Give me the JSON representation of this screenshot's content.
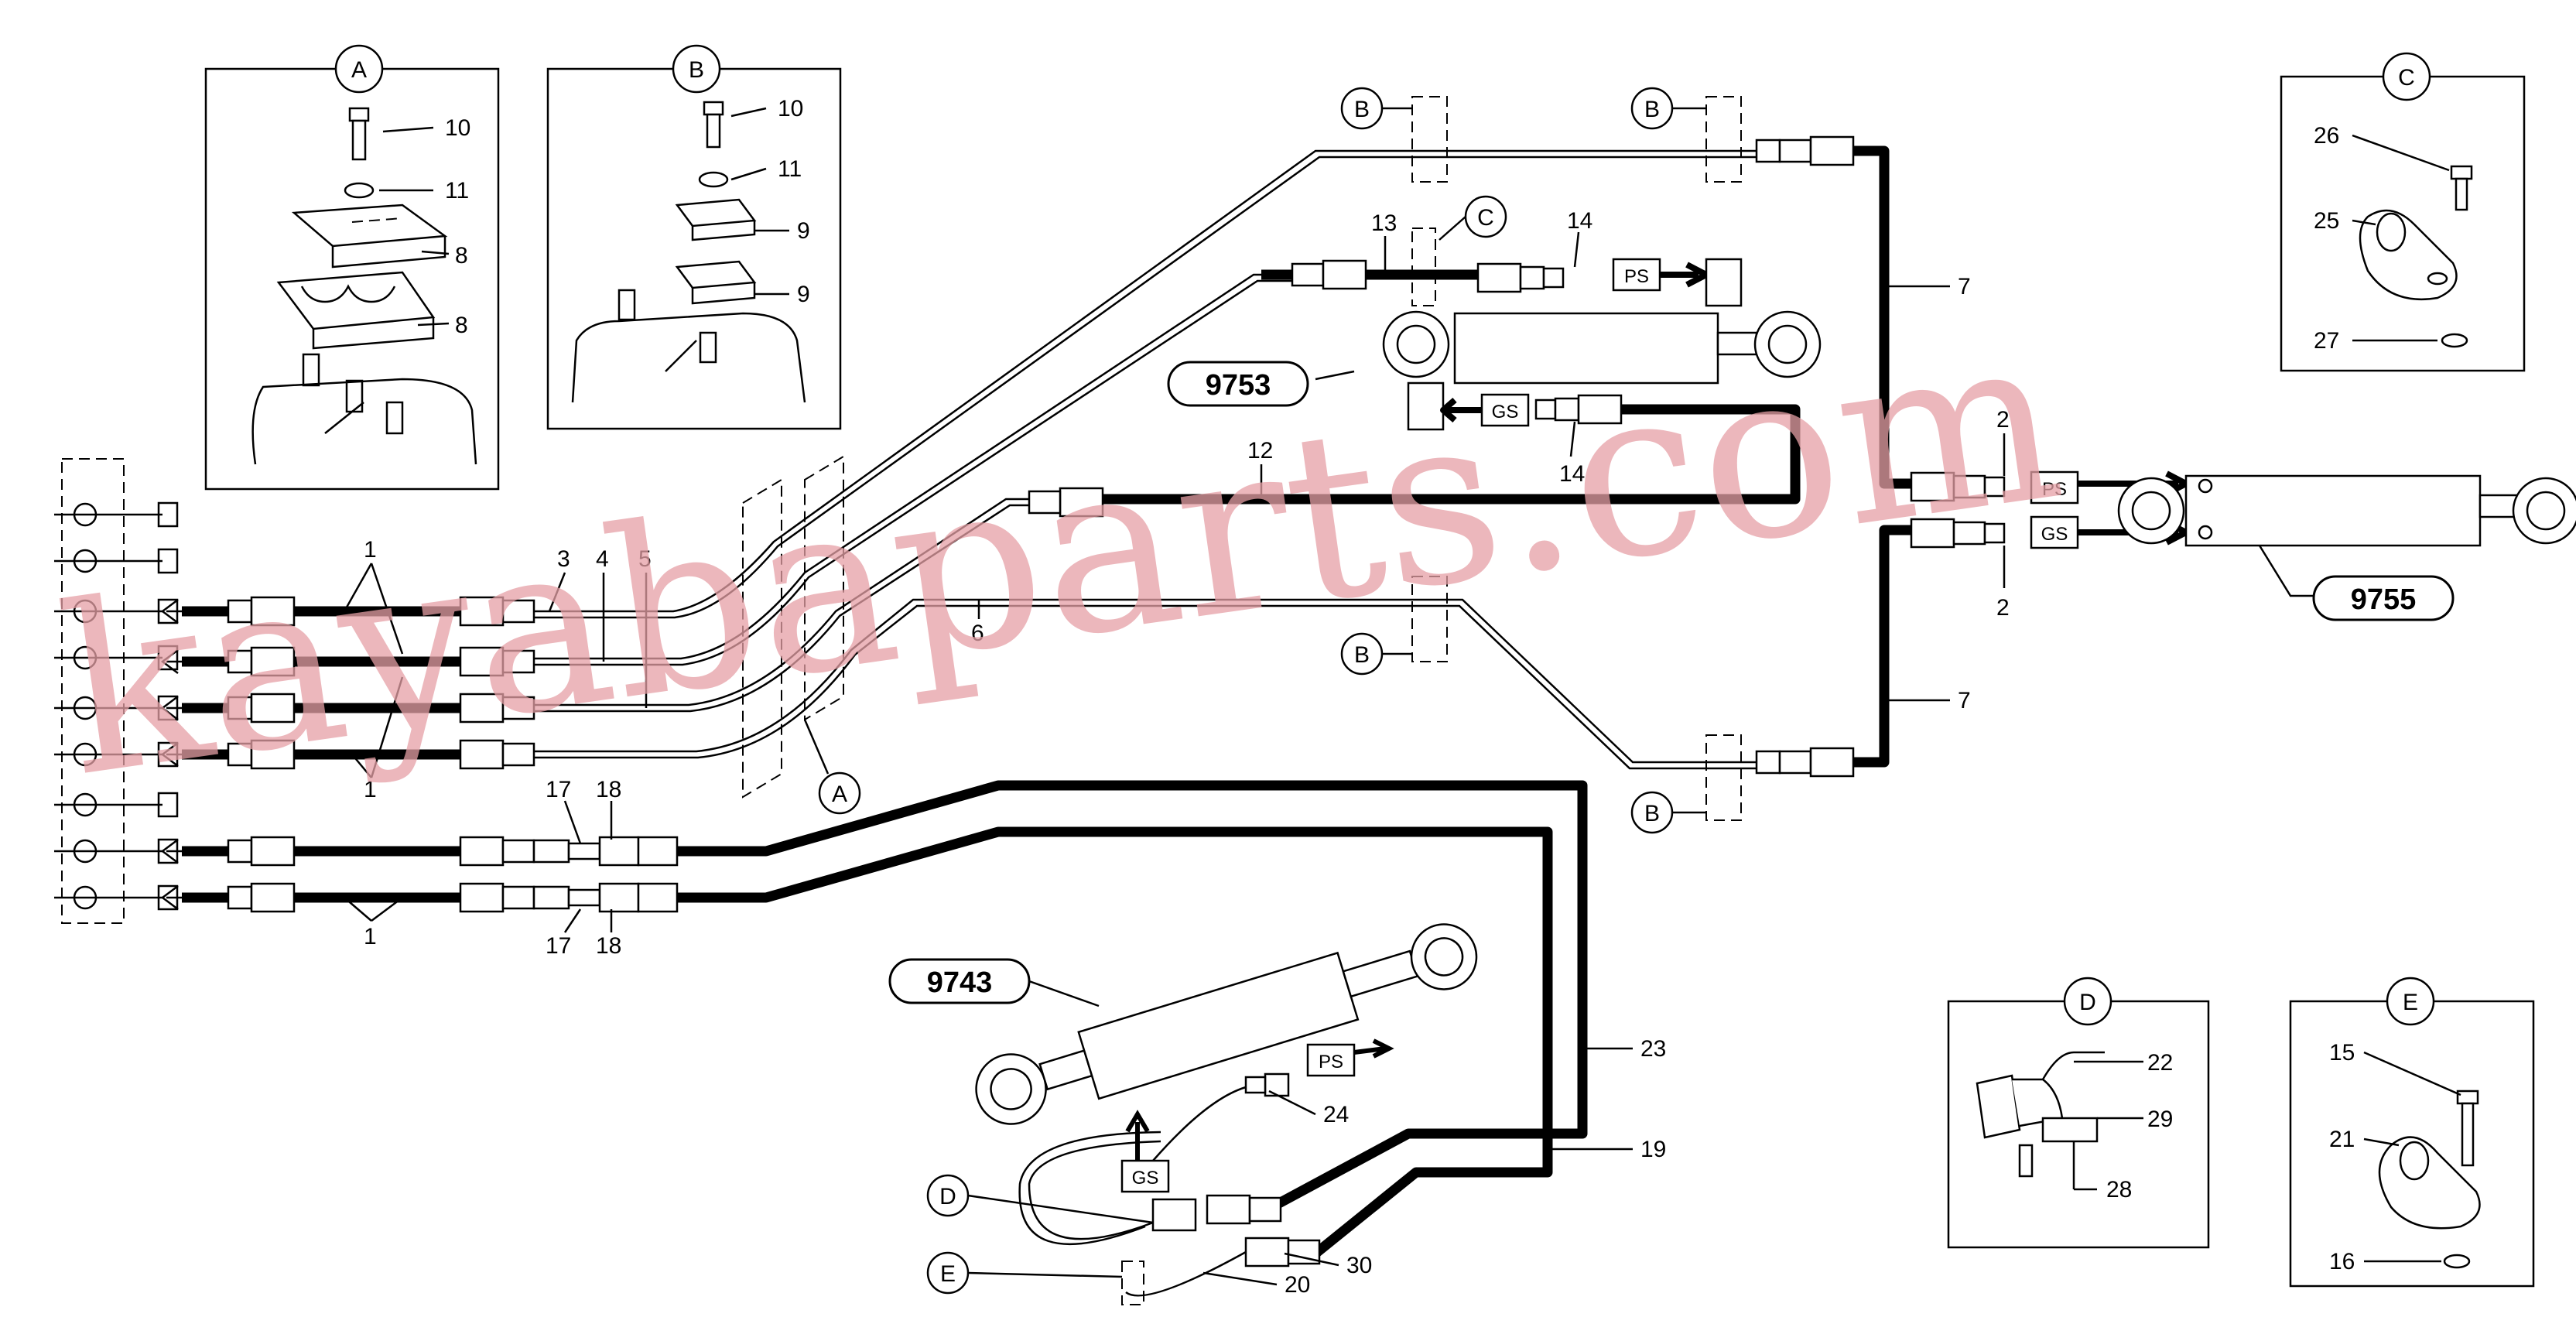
{
  "diagram": {
    "ref_numbers": [
      "9753",
      "9755",
      "9743"
    ],
    "detail_boxes": [
      {
        "letter": "A",
        "callouts": [
          "10",
          "11",
          "8",
          "8"
        ]
      },
      {
        "letter": "B",
        "callouts": [
          "10",
          "11",
          "9",
          "9"
        ]
      },
      {
        "letter": "C",
        "callouts": [
          "26",
          "25",
          "27"
        ]
      },
      {
        "letter": "D",
        "callouts": [
          "22",
          "29",
          "28"
        ]
      },
      {
        "letter": "E",
        "callouts": [
          "15",
          "21",
          "16"
        ]
      }
    ],
    "main_callouts": [
      "1",
      "1",
      "1",
      "3",
      "4",
      "5",
      "6",
      "7",
      "7",
      "2",
      "2",
      "12",
      "13",
      "14",
      "14",
      "17",
      "18",
      "17",
      "18",
      "19",
      "20",
      "23",
      "24",
      "30"
    ],
    "circle_markers": [
      "B",
      "B",
      "B",
      "B",
      "C",
      "A",
      "D",
      "E"
    ],
    "valve_tags": [
      "PS",
      "GS",
      "PS",
      "GS",
      "PS",
      "GS"
    ],
    "watermark": "kayabaparts.com"
  }
}
